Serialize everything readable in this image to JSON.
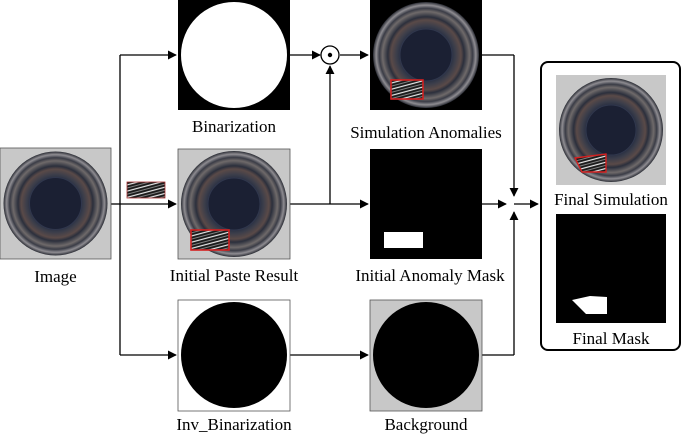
{
  "labels": {
    "image": "Image",
    "binarization": "Binarization",
    "simulation_anomalies": "Simulation Anomalies",
    "initial_paste_result": "Initial Paste Result",
    "initial_anomaly_mask": "Initial Anomaly Mask",
    "inv_binarization": "Inv_Binarization",
    "background": "Background",
    "final_simulation": "Final Simulation",
    "final_mask": "Final Mask"
  },
  "operators": {
    "elementwise_product": "⊙"
  },
  "colors": {
    "background_gray": "#c8c8c8",
    "mask_black": "#000000",
    "mask_white": "#ffffff",
    "anomaly_box": "#d42020",
    "lens_dark": "#1c1f2e"
  }
}
